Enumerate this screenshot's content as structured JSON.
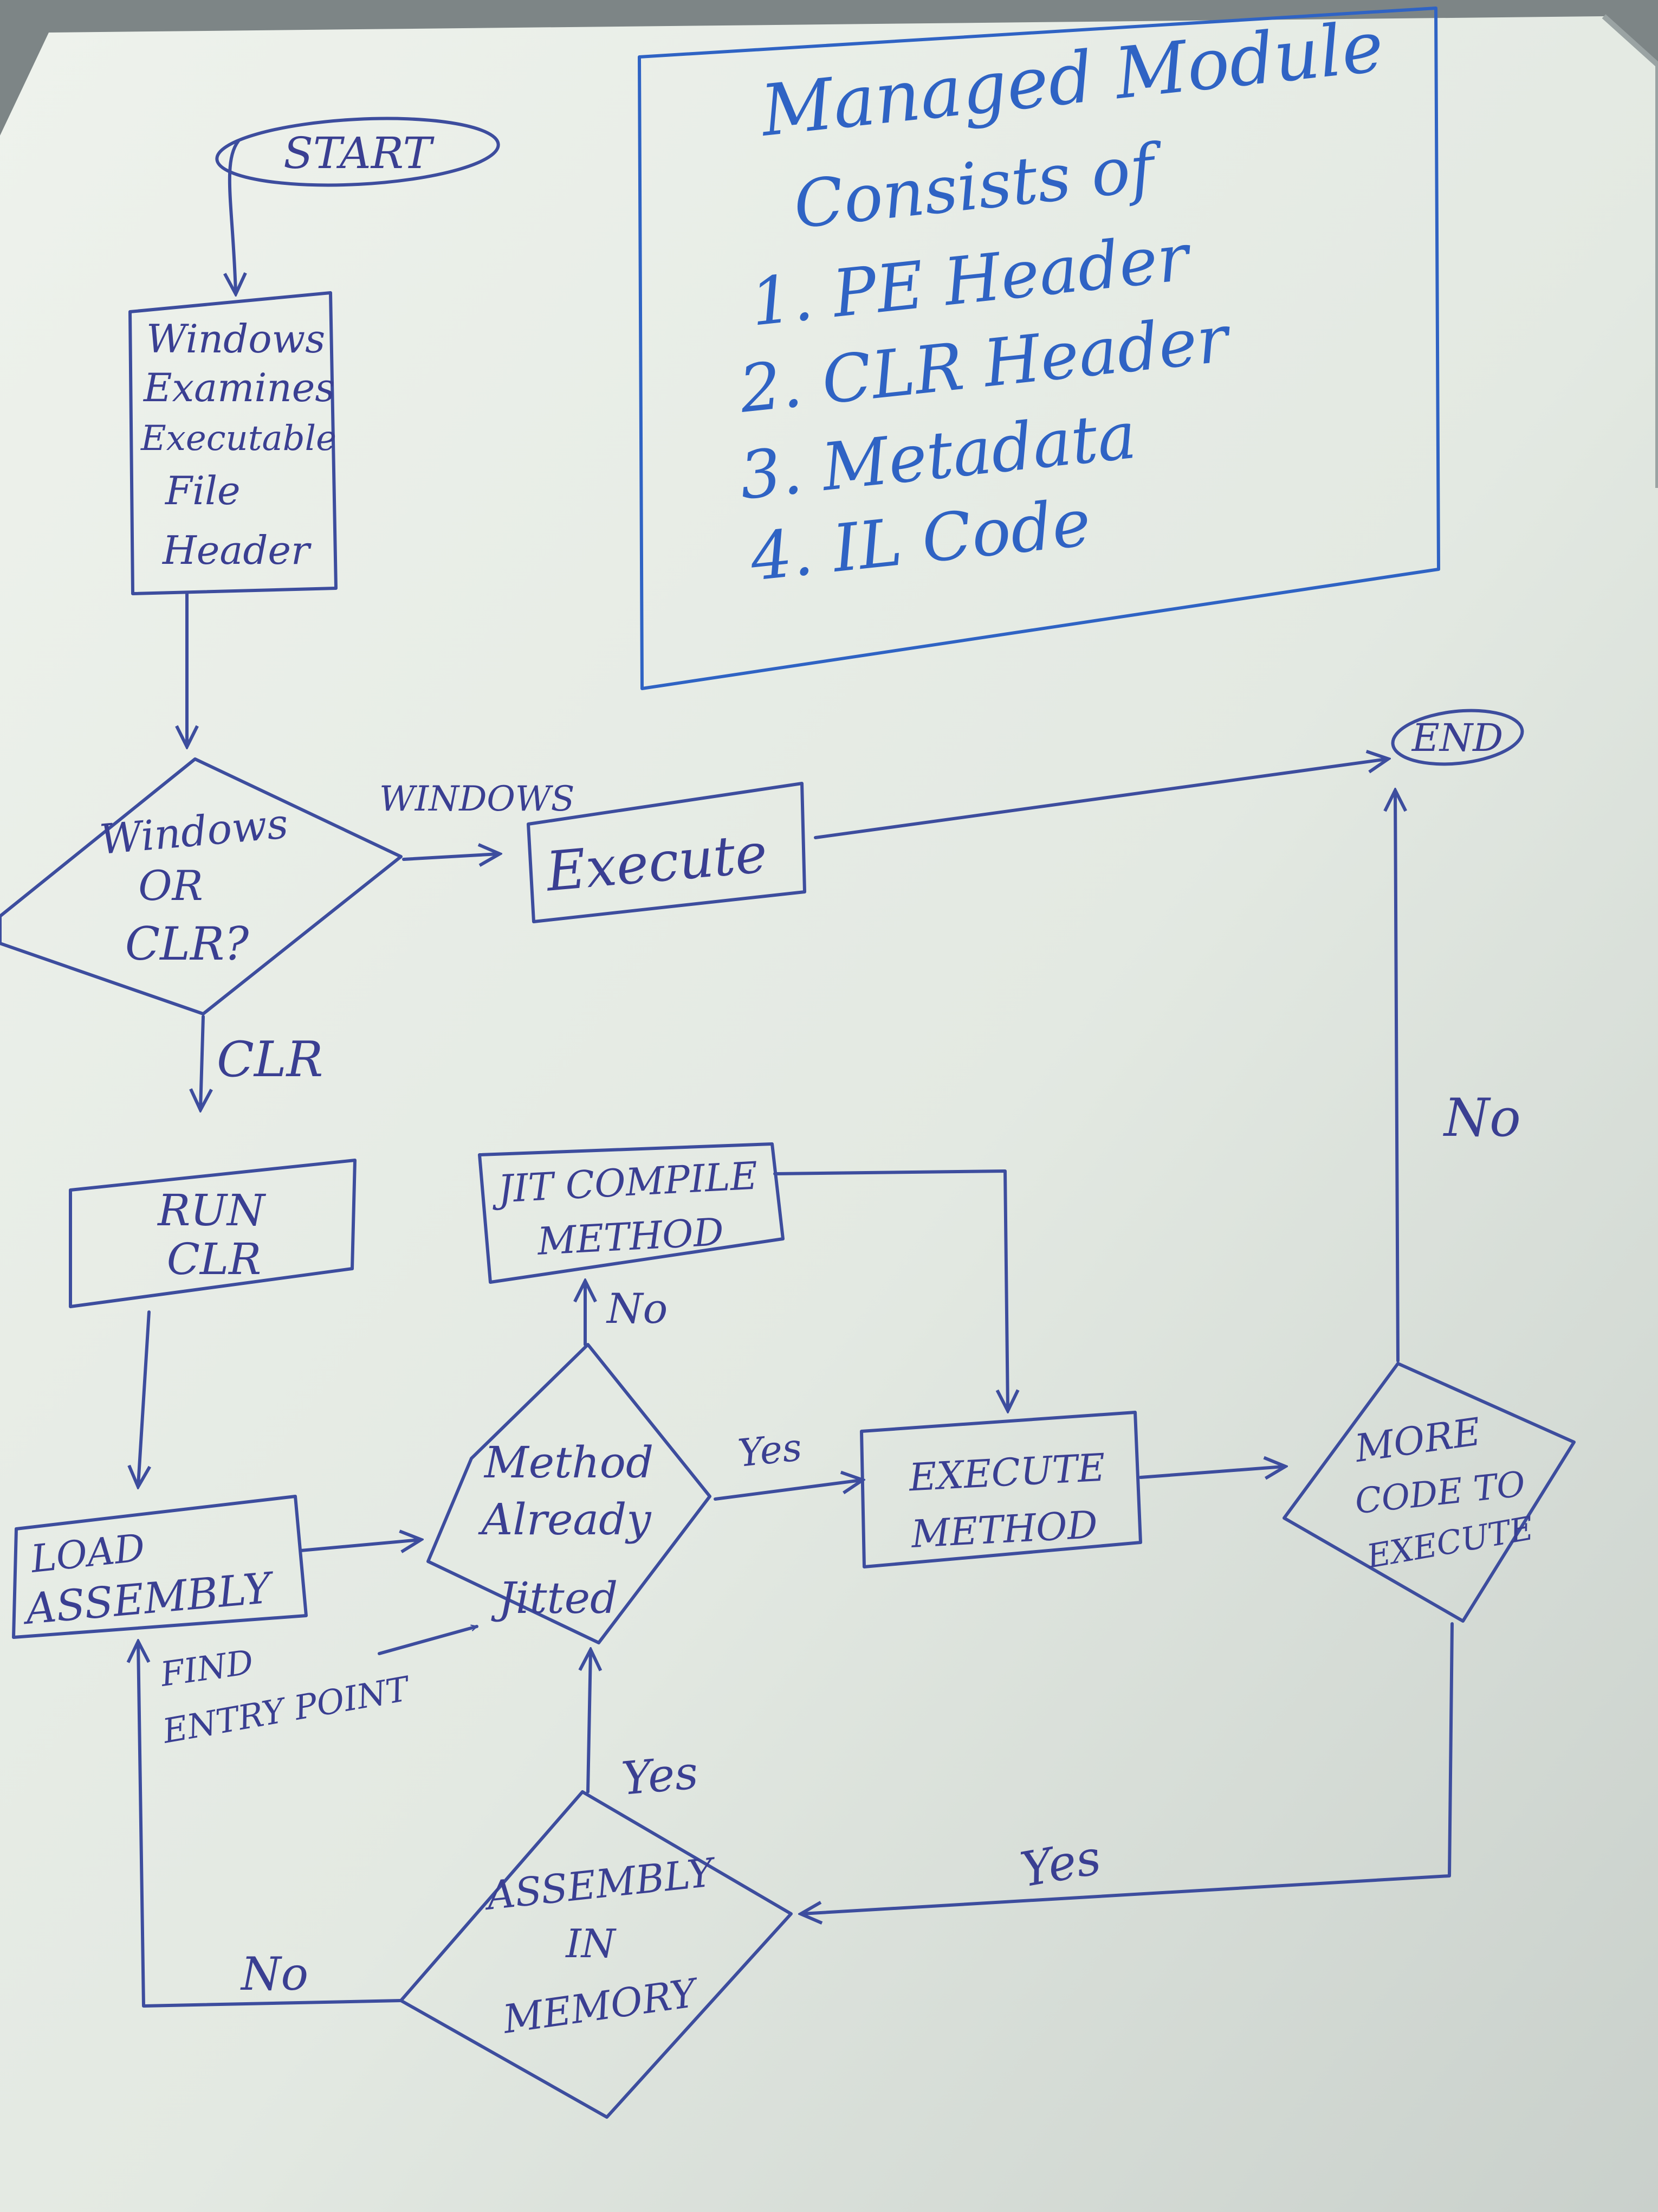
{
  "colors": {
    "paper": "#e6ebe4",
    "ink": "#3d4d9e",
    "note_ink": "#2f63c4",
    "background": "#7d8586"
  },
  "note": {
    "lines": [
      "Managed Module",
      "Consists of",
      "1.  PE Header",
      "2.  CLR Header",
      "3.  Metadata",
      "4.  IL Code"
    ]
  },
  "nodes": {
    "start": "START",
    "windows_examines": [
      "Windows",
      "Examines",
      "Executable",
      "File",
      "Header"
    ],
    "windows_or_clr": [
      "Windows",
      "OR",
      "CLR?"
    ],
    "execute": "Execute",
    "end": "END",
    "run_clr": [
      "RUN",
      "CLR"
    ],
    "jit_compile": [
      "JIT COMPILE",
      "METHOD"
    ],
    "load_assembly": [
      "LOAD",
      "ASSEMBLY"
    ],
    "method_already_jitted": [
      "Method",
      "Already",
      "Jitted"
    ],
    "execute_method": [
      "EXECUTE",
      "METHOD"
    ],
    "more_code": [
      "MORE",
      "CODE TO",
      "EXECUTE"
    ],
    "assembly_in_memory": [
      "ASSEMBLY",
      "IN",
      "MEMORY"
    ]
  },
  "edges": {
    "windows": "WINDOWS",
    "clr": "CLR",
    "no_jit": "No",
    "yes_jitted": "Yes",
    "no_more": "No",
    "yes_more": "Yes",
    "yes_in_memory": "Yes",
    "no_in_memory": "No",
    "find_entry_point": [
      "FIND",
      "ENTRY POINT"
    ]
  }
}
